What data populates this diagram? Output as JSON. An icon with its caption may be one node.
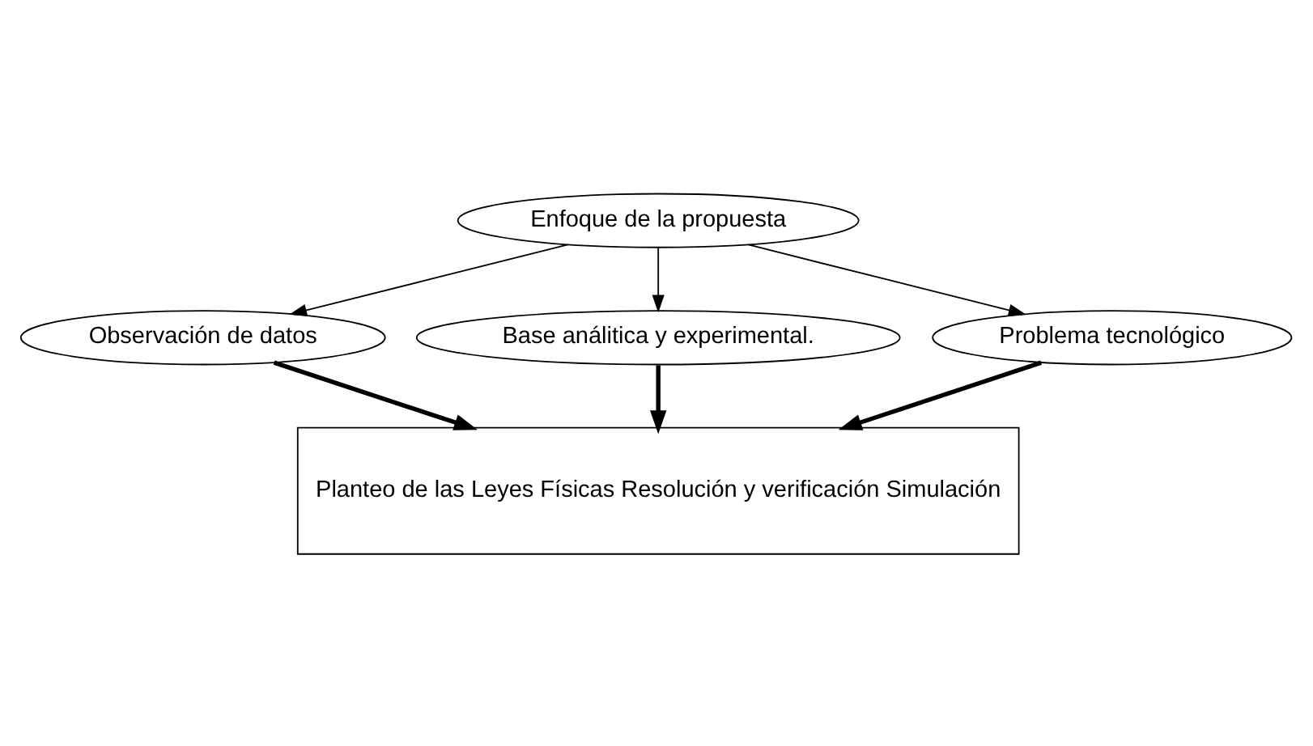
{
  "diagram": {
    "nodes": [
      {
        "text": [
          "Enfoque de la propuesta"
        ]
      },
      {
        "text": [
          "Observación de datos"
        ]
      },
      {
        "text": [
          "Base análitica y experimental."
        ]
      },
      {
        "text": [
          "Problema tecnológico"
        ]
      },
      {
        "text": [
          "Planteo de las Leyes Físicas Resolución y verificación Simulación"
        ]
      }
    ],
    "edges": [
      {
        "from": 0,
        "to": 1,
        "arrow": "to"
      },
      {
        "from": 0,
        "to": 2,
        "arrow": "to"
      },
      {
        "from": 0,
        "to": 3,
        "arrow": "to"
      },
      {
        "from": 1,
        "to": 4,
        "arrow": "to",
        "style": "thick"
      },
      {
        "from": 2,
        "to": 4,
        "arrow": "to",
        "style": "thick"
      },
      {
        "from": 3,
        "to": 4,
        "arrow": "to",
        "style": "thick"
      }
    ]
  }
}
